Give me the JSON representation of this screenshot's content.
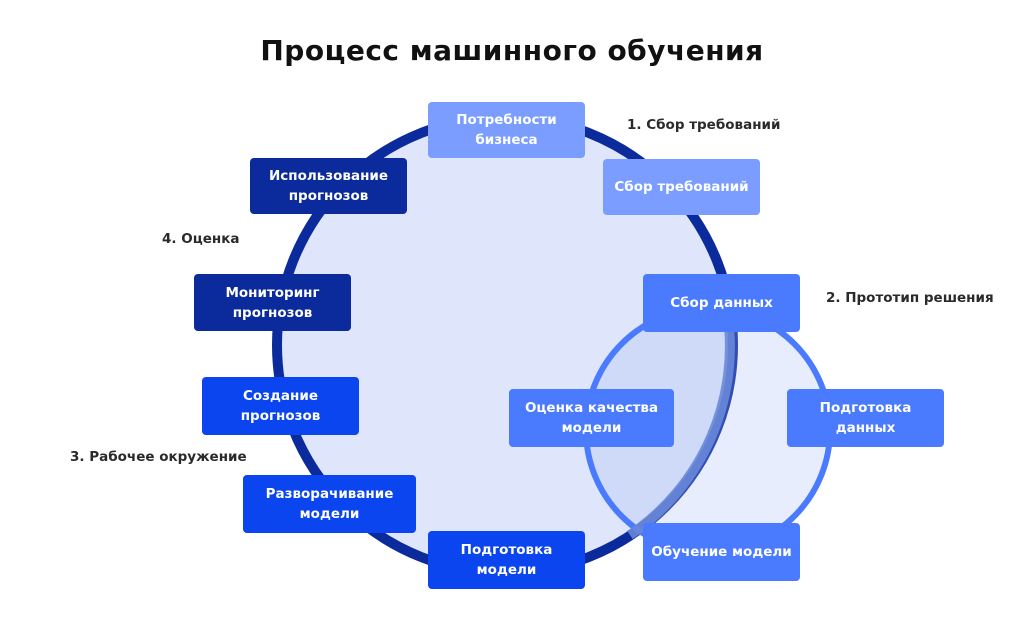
{
  "title": "Процесс машинного обучения",
  "stages": {
    "s1": "1. Сбор требований",
    "s2": "2. Прототип решения",
    "s3": "3. Рабочее окружение",
    "s4": "4. Оценка"
  },
  "nodes": {
    "business_needs": "Потребности бизнеса",
    "requirements": "Сбор требований",
    "use_predictions": "Использование прогнозов",
    "monitoring": "Мониторинг прогнозов",
    "create_predictions": "Создание прогнозов",
    "deploy_model": "Разворачивание модели",
    "prepare_model": "Подготовка модели",
    "collect_data": "Сбор данных",
    "evaluate_model": "Оценка качества модели",
    "prepare_data": "Подготовка данных",
    "train_model": "Обучение модели"
  },
  "colors": {
    "outer_ring": "#0b2a9c",
    "inner_ring": "#4a7bff",
    "fill": "#dfe6fb"
  }
}
